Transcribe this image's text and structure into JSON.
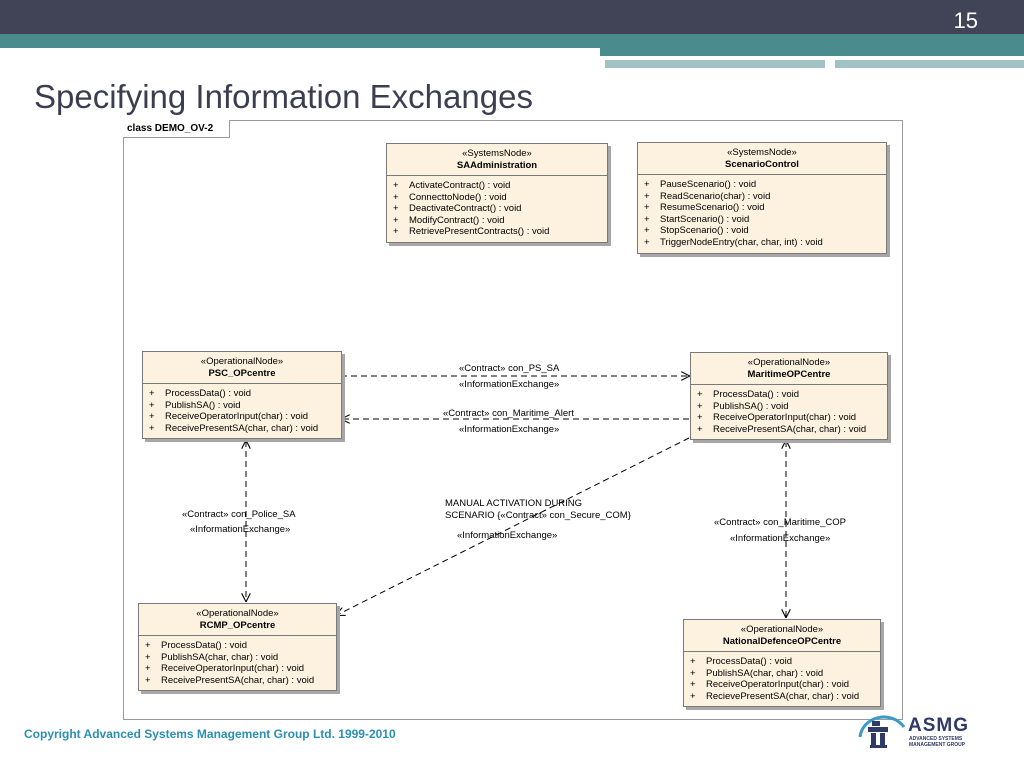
{
  "slide": {
    "number": "15",
    "title": "Specifying Information Exchanges",
    "copyright": "Copyright Advanced Systems Management Group Ltd. 1999-2010",
    "logo": {
      "text": "ASMG",
      "subtext": "ADVANCED SYSTEMS MANAGEMENT GROUP",
      "icon": "inukshuk-arc-icon"
    }
  },
  "colors": {
    "topbar": "#414457",
    "teal": "#4a8c8e",
    "teal_light": "#9fc3c4",
    "class_fill": "#fdf2df",
    "footer": "#2a8fb3",
    "logo": "#2f3a66"
  },
  "diagram": {
    "frame_label": "class DEMO_OV-2",
    "nodes": {
      "sa_admin": {
        "stereotype": "«SystemsNode»",
        "name": "SAAdministration",
        "operations": [
          "ActivateContract() : void",
          "ConnecttoNode() : void",
          "DeactivateContract() : void",
          "ModifyContract() : void",
          "RetrievePresentContracts() : void"
        ]
      },
      "scenario_control": {
        "stereotype": "«SystemsNode»",
        "name": "ScenarioControl",
        "operations": [
          "PauseScenario() : void",
          "ReadScenario(char) : void",
          "ResumeScenario() : void",
          "StartScenario() : void",
          "StopScenario() : void",
          "TriggerNodeEntry(char, char, int) : void"
        ]
      },
      "psc_opcentre": {
        "stereotype": "«OperationalNode»",
        "name": "PSC_OPcentre",
        "operations": [
          "ProcessData() : void",
          "PublishSA() : void",
          "ReceiveOperatorInput(char) : void",
          "ReceivePresentSA(char, char) : void"
        ]
      },
      "maritime_opcentre": {
        "stereotype": "«OperationalNode»",
        "name": "MaritimeOPCentre",
        "operations": [
          "ProcessData() : void",
          "PublishSA() : void",
          "ReceiveOperatorInput(char) : void",
          "ReceivePresentSA(char, char) : void"
        ]
      },
      "rcmp_opcentre": {
        "stereotype": "«OperationalNode»",
        "name": "RCMP_OPcentre",
        "operations": [
          "ProcessData() : void",
          "PublishSA(char, char) : void",
          "ReceiveOperatorInput(char) : void",
          "ReceivePresentSA(char, char) : void"
        ]
      },
      "natdef_opcentre": {
        "stereotype": "«OperationalNode»",
        "name": "NationalDefenceOPCentre",
        "operations": [
          "ProcessData() : void",
          "PublishSA(char, char) : void",
          "ReceiveOperatorInput(char) : void",
          "RecievePresentSA(char, char) : void"
        ]
      }
    },
    "links": {
      "ps_sa": {
        "contract": "«Contract» con_PS_SA",
        "kind": "«InformationExchange»"
      },
      "maritime_alert": {
        "contract": "«Contract» con_Maritime_Alert",
        "kind": "«InformationExchange»"
      },
      "police_sa": {
        "contract": "«Contract» con_Police_SA",
        "kind": "«InformationExchange»"
      },
      "secure_com": {
        "note1": "MANUAL ACTIVATION DURING",
        "note2": "SCENARIO {«Contract» con_Secure_COM}",
        "kind": "«InformationExchange»"
      },
      "maritime_cop": {
        "contract": "«Contract» con_Maritime_COP",
        "kind": "«InformationExchange»"
      }
    },
    "op_prefix": "+"
  }
}
